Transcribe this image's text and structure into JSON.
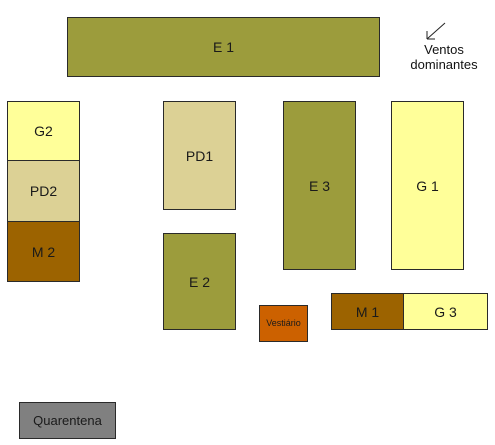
{
  "blocks": {
    "e1": "E 1",
    "g2": "G2",
    "pd2": "PD2",
    "m2": "M 2",
    "pd1": "PD1",
    "e2": "E 2",
    "e3": "E 3",
    "g1": "G 1",
    "m1": "M 1",
    "g3": "G 3",
    "vestiario": "Vestiário",
    "quarentena": "Quarentena"
  },
  "wind": {
    "label": "Ventos\ndominantes",
    "icon": "arrow-down-left-icon"
  },
  "colors": {
    "olive": "#9c9c3c",
    "yellow": "#ffff99",
    "beige": "#dcd195",
    "brown": "#9c6300",
    "orange": "#cc6100",
    "gray": "#808080"
  }
}
